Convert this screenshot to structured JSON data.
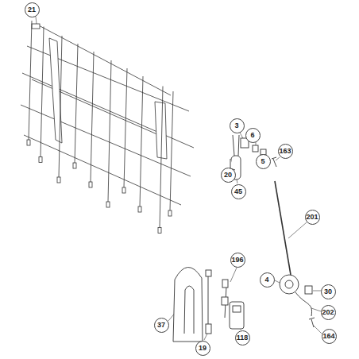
{
  "diagram": {
    "labels": [
      "21",
      "3",
      "6",
      "5",
      "163",
      "20",
      "45",
      "201",
      "196",
      "4",
      "30",
      "202",
      "164",
      "37",
      "19",
      "118"
    ]
  }
}
